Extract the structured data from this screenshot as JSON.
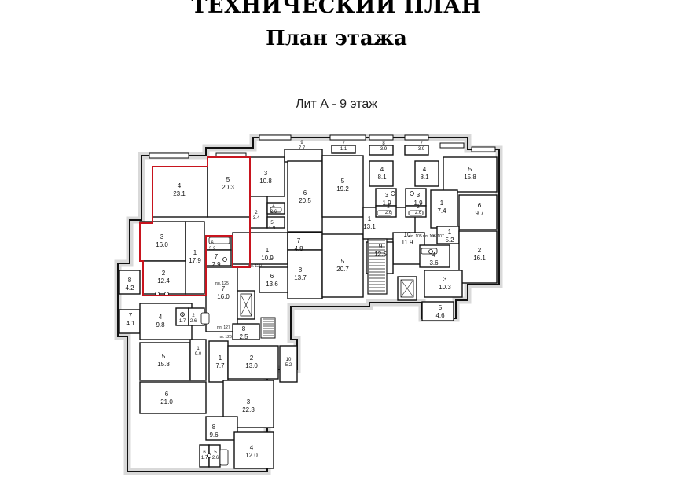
{
  "header": {
    "title": "ТЕХНИЧЕСКИЙ ПЛАН",
    "subtitle": "План этажа",
    "floor_label": "Лит А - 9 этаж"
  },
  "colors": {
    "wall": "#111111",
    "wall_fill": "#d9d9d9",
    "highlight": "#c8141e",
    "room_fill": "#ffffff"
  },
  "rooms": [
    {
      "num": "4",
      "area": "23.1"
    },
    {
      "num": "5",
      "area": "20.3"
    },
    {
      "num": "3",
      "area": "10.8"
    },
    {
      "num": "9",
      "area": "7.7"
    },
    {
      "num": "6",
      "area": "20.5"
    },
    {
      "num": "5",
      "area": "19.2"
    },
    {
      "num": "7",
      "area": "1.1"
    },
    {
      "num": "8",
      "area": "3.9"
    },
    {
      "num": "7",
      "area": "3.9"
    },
    {
      "num": "4",
      "area": "8.1"
    },
    {
      "num": "4",
      "area": "8.1"
    },
    {
      "num": "5",
      "area": "15.8"
    },
    {
      "num": "3",
      "area": "16.0"
    },
    {
      "num": "1",
      "area": "17.9"
    },
    {
      "num": "2",
      "area": "12.4"
    },
    {
      "num": "6",
      "area": "3.2"
    },
    {
      "num": "7",
      "area": "2.9"
    },
    {
      "num": "2",
      "area": "3.4"
    },
    {
      "num": "4",
      "area": "2.6"
    },
    {
      "num": "5",
      "area": "1.9"
    },
    {
      "num": "1",
      "area": "10.9"
    },
    {
      "num": "7",
      "area": "4.8"
    },
    {
      "num": "8",
      "area": "13.7"
    },
    {
      "num": "5",
      "area": "20.7"
    },
    {
      "num": "6",
      "area": "13.6"
    },
    {
      "num": "7",
      "area": "16.0"
    },
    {
      "num": "1",
      "area": "13.1"
    },
    {
      "num": "3",
      "area": "1.9"
    },
    {
      "num": "2",
      "area": "2.6"
    },
    {
      "num": "3",
      "area": "1.9"
    },
    {
      "num": "2",
      "area": "2.6"
    },
    {
      "num": "1",
      "area": "7.4"
    },
    {
      "num": "6",
      "area": "9.7"
    },
    {
      "num": "10",
      "area": "11.9"
    },
    {
      "num": "9",
      "area": "12.5"
    },
    {
      "num": "1",
      "area": "5.2"
    },
    {
      "num": "2",
      "area": "16.1"
    },
    {
      "num": "4",
      "area": "3.6"
    },
    {
      "num": "3",
      "area": "10.3"
    },
    {
      "num": "5",
      "area": "4.6"
    },
    {
      "num": "8",
      "area": "4.2"
    },
    {
      "num": "7",
      "area": "4.1"
    },
    {
      "num": "4",
      "area": "9.8"
    },
    {
      "num": "3",
      "area": "1.7"
    },
    {
      "num": "2",
      "area": "2.6"
    },
    {
      "num": "8",
      "area": "2.5"
    },
    {
      "num": "5",
      "area": "15.8"
    },
    {
      "num": "1",
      "area": "9.0"
    },
    {
      "num": "1",
      "area": "7.7"
    },
    {
      "num": "2",
      "area": "13.0"
    },
    {
      "num": "10",
      "area": "5.2"
    },
    {
      "num": "6",
      "area": "21.0"
    },
    {
      "num": "3",
      "area": "22.3"
    },
    {
      "num": "8",
      "area": "9.6"
    },
    {
      "num": "6",
      "area": "1.7"
    },
    {
      "num": "5",
      "area": "2.6"
    },
    {
      "num": "4",
      "area": "12.0"
    }
  ],
  "small_labels": [
    "пл. 129",
    "пл. 125",
    "пл. 127",
    "пл. 126",
    "пл. 105",
    "пл. 106",
    "пл. 107"
  ]
}
